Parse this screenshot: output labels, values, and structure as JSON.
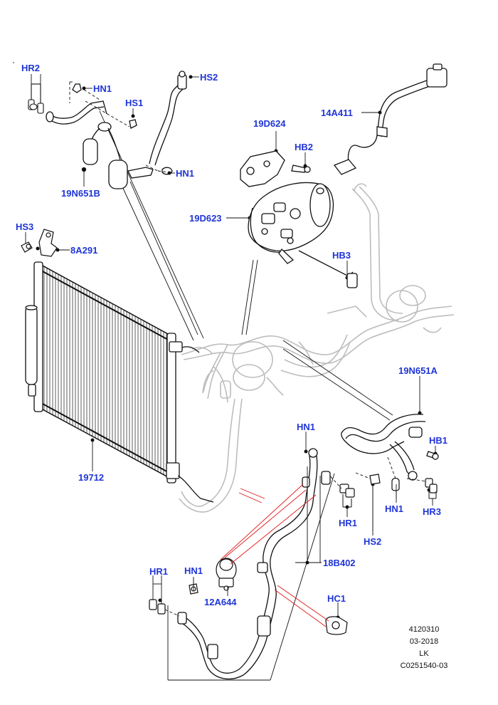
{
  "labels": {
    "hr2": "HR2",
    "hn1_a": "HN1",
    "hs2_a": "HS2",
    "hs1": "HS1",
    "hn1_b": "HN1",
    "l19n651b": "19N651B",
    "l14a411": "14A411",
    "l19d624": "19D624",
    "hb2": "HB2",
    "l19d623": "19D623",
    "hs3": "HS3",
    "l8a291": "8A291",
    "hb3": "HB3",
    "l19n651a": "19N651A",
    "hn1_c": "HN1",
    "hb1": "HB1",
    "l19712": "19712",
    "hn1_d": "HN1",
    "hr1_a": "HR1",
    "hr3": "HR3",
    "hs2_b": "HS2",
    "l18b402": "18B402",
    "hr1_b": "HR1",
    "hn1_e": "HN1",
    "l12a644": "12A644",
    "hc1": "HC1"
  },
  "stamp": {
    "line1": "4120310",
    "line2": "03-2018",
    "line3": "LK",
    "line4": "C0251540-03"
  },
  "colors": {
    "label": "#1f35d6",
    "line": "#111111",
    "leader_red": "#e01818",
    "ghost": "#bdbdbd"
  }
}
